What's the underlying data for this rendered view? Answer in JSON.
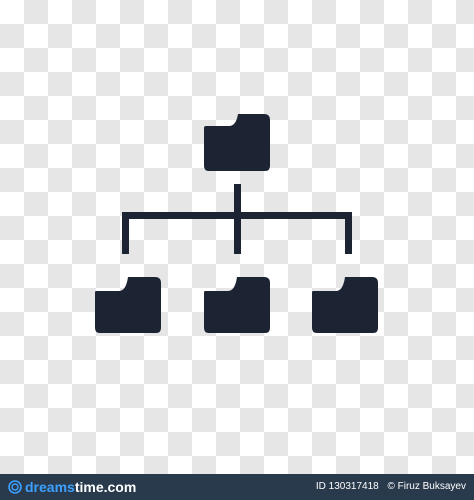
{
  "watermark": {
    "brand_part1": "dreams",
    "brand_part2": "time.com"
  },
  "footer": {
    "id_text": "ID 130317418",
    "author_text": "© Firuz Buksayev"
  },
  "colors": {
    "icon_fill": "#1c2433",
    "footer_bg": "#2a3a4d",
    "brand_accent": "#3ca1ff",
    "checker_light": "#ffffff",
    "checker_dark": "#e6e6e6"
  },
  "icon": {
    "name": "folder-hierarchy-icon"
  }
}
